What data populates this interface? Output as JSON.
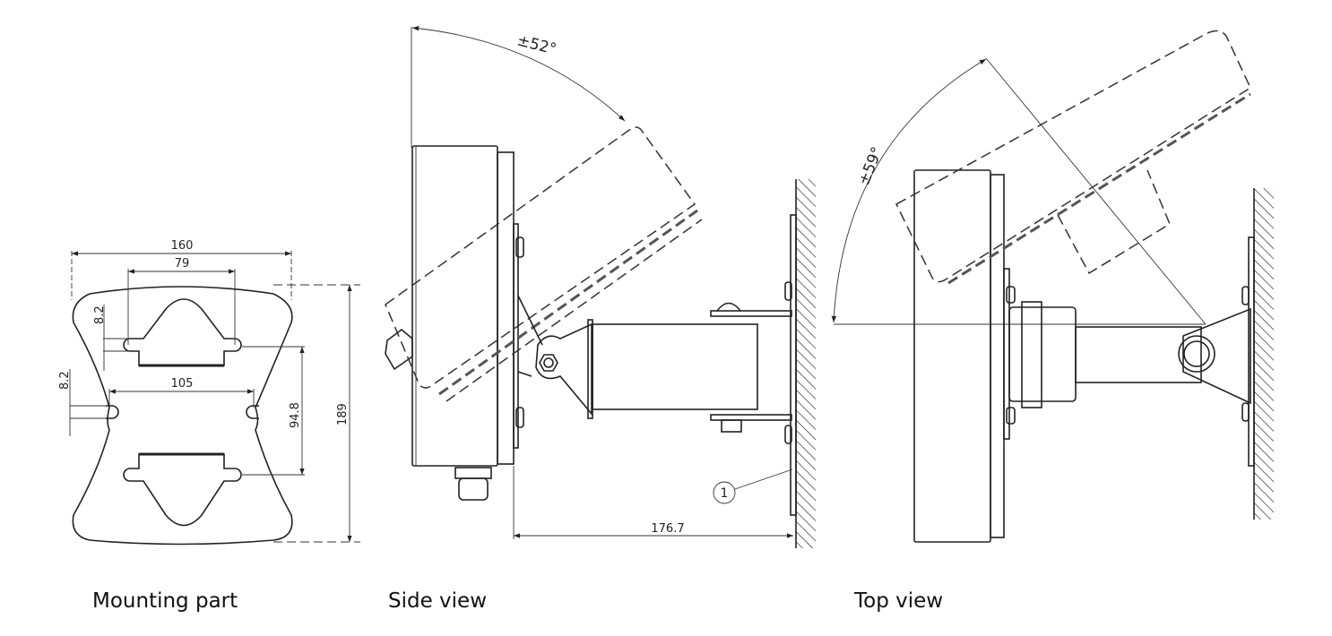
{
  "captions": {
    "mounting": "Mounting part",
    "side": "Side view",
    "top": "Top view"
  },
  "mounting_dims": {
    "overall_width": "160",
    "slot_span_top": "79",
    "slot_span_mid": "105",
    "slot_width_1": "8.2",
    "slot_width_2": "8.2",
    "slot_vertical": "94.8",
    "overall_height": "189"
  },
  "side_view": {
    "tilt_angle": "±52°",
    "projection": "176.7",
    "balloon": "1"
  },
  "top_view": {
    "swivel_angle": "±59°"
  }
}
